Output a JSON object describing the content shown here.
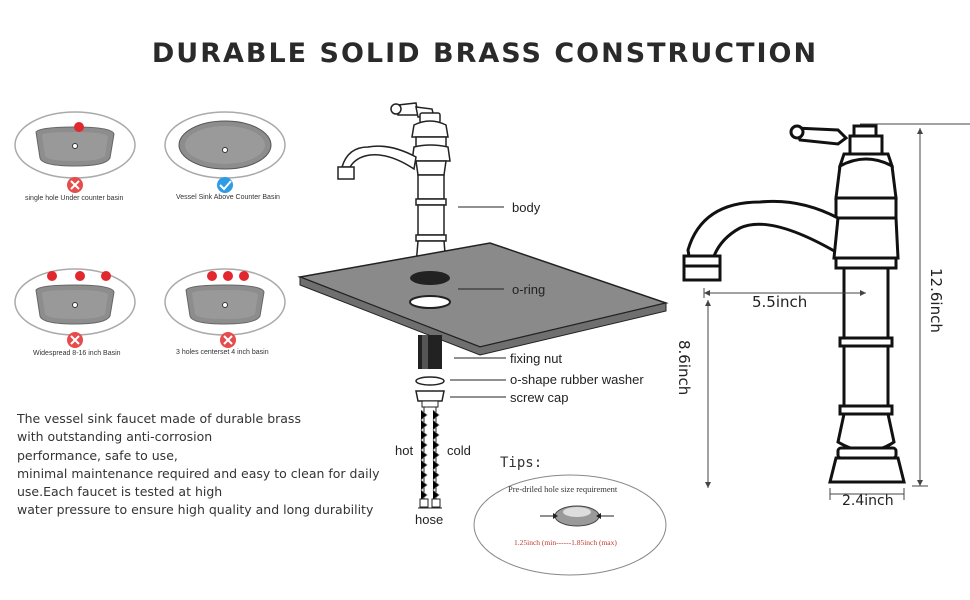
{
  "title": "DURABLE SOLID BRASS CONSTRUCTION",
  "basins": [
    {
      "caption": "single hole Under counter basin",
      "status": "incorrect"
    },
    {
      "caption": "Vessel Sink Above Counter  Basin",
      "status": "correct"
    },
    {
      "caption": "Widespread 8-16 inch Basin",
      "status": "incorrect"
    },
    {
      "caption": "3 holes centerset 4 inch basin",
      "status": "incorrect"
    }
  ],
  "parts": {
    "body": "body",
    "oring": "o-ring",
    "fixing_nut": "fixing nut",
    "washer": "o-shape rubber washer",
    "screw_cap": "screw cap",
    "hot": "hot",
    "cold": "cold",
    "hose": "hose"
  },
  "description": [
    "The vessel sink faucet made of durable brass",
    "with outstanding anti-corrosion",
    "performance, safe to use,",
    "minimal maintenance required and easy to clean for daily",
    "use.Each faucet is tested at high",
    "water pressure to ensure high quality and long durability"
  ],
  "tips": {
    "heading": "Tips:",
    "requirement": "Pre-driled hole size requirement",
    "range": "1.25inch (min------1.85inch (max)"
  },
  "dimensions": {
    "spout_reach": "5.5inch",
    "spout_height": "8.6inch",
    "total_height": "12.6inch",
    "base_width": "2.4inch"
  },
  "colors": {
    "red": "#e0282e",
    "blue": "#2e9be6",
    "sink_gray": "#8a8a8a"
  }
}
